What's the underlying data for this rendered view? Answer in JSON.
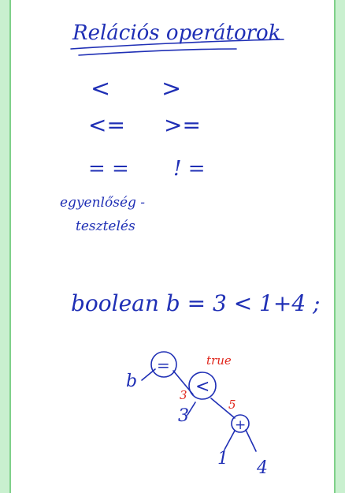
{
  "title": "Relációs operátorok",
  "operators": {
    "lt": "<",
    "gt": ">",
    "le": "<=",
    "ge": ">=",
    "eq": "= =",
    "ne": "! ="
  },
  "note_line1": "egyenlőség -",
  "note_line2": "tesztelés",
  "code_line": "boolean b  =  3 < 1+4 ;",
  "tree": {
    "root": "=",
    "left_leaf": "b",
    "mid_op": "<",
    "true_label": "true",
    "left_val_label": "3",
    "right_val_label": "5",
    "mid_left_leaf": "3",
    "plus_op": "+",
    "plus_left_leaf": "1",
    "plus_right_leaf": "4"
  },
  "colors": {
    "ink": "#1f2fb5",
    "annotation": "#e0261c",
    "background": "#c9f0cf",
    "border": "#7fd08a"
  }
}
